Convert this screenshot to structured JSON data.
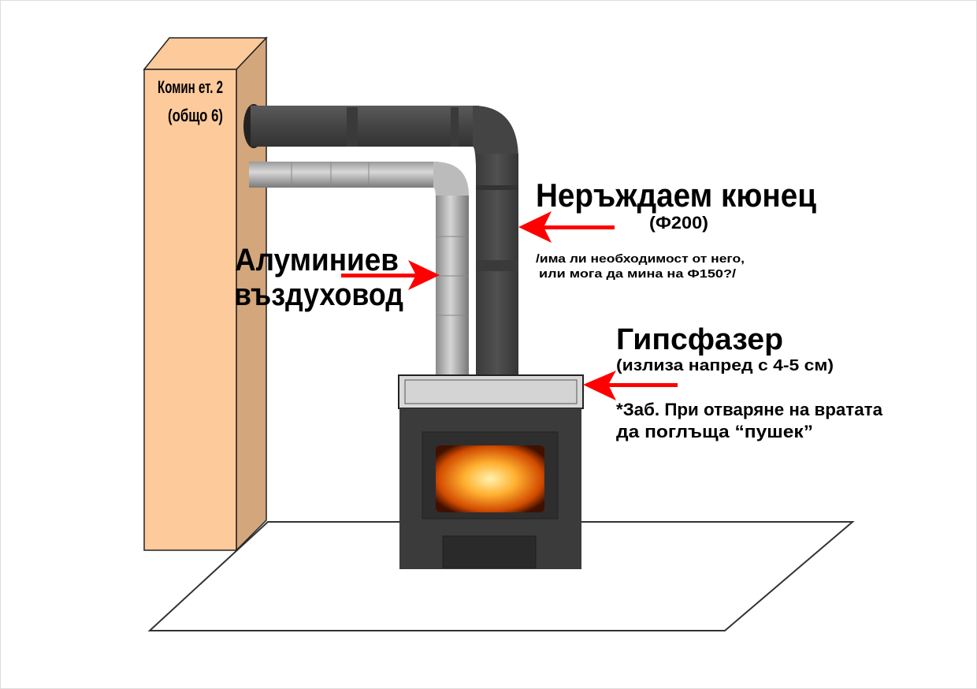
{
  "chimney": {
    "line1": "Комин ет. 2",
    "line2": "(общо 6)"
  },
  "steel_pipe": {
    "title": "Неръждаем кюнец",
    "size": "(Ф200)",
    "question1": "/има ли необходимост от него,",
    "question2": "или мога да мина на Ф150?/"
  },
  "aluminium_duct": {
    "line1": "Алуминиев",
    "line2": "въздуховод"
  },
  "plasterboard": {
    "title": "Гипсфазер",
    "subtitle": "(излиза напред с 4-5 см)",
    "note1": "*Заб. При отваряне на вратата",
    "note2": "да поглъща “пушек”"
  },
  "colors": {
    "chimney_front": "#fdca9c",
    "chimney_side": "#d3a67c",
    "arrow": "#ff0000",
    "pipe": "#4a4a4a",
    "stove": "#3b3b3b",
    "board": "#d9d9d9"
  }
}
